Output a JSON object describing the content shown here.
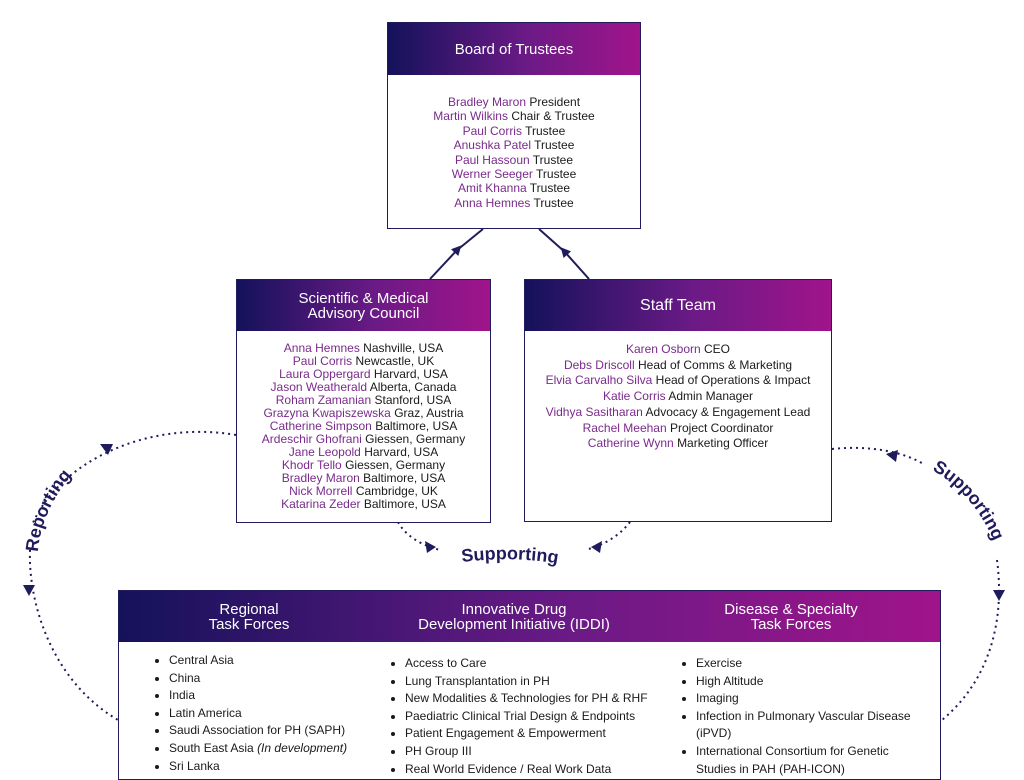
{
  "board": {
    "title": "Board of Trustees",
    "members": [
      {
        "name": "Bradley Maron",
        "role": "President"
      },
      {
        "name": "Martin Wilkins",
        "role": "Chair & Trustee"
      },
      {
        "name": "Paul Corris",
        "role": "Trustee"
      },
      {
        "name": "Anushka Patel",
        "role": "Trustee"
      },
      {
        "name": "Paul Hassoun",
        "role": "Trustee"
      },
      {
        "name": "Werner Seeger",
        "role": "Trustee"
      },
      {
        "name": "Amit Khanna",
        "role": "Trustee"
      },
      {
        "name": "Anna Hemnes",
        "role": "Trustee"
      }
    ]
  },
  "smac": {
    "title_line1": "Scientific & Medical",
    "title_line2": "Advisory Council",
    "members": [
      {
        "name": "Anna Hemnes",
        "location": "Nashville, USA"
      },
      {
        "name": "Paul Corris",
        "location": "Newcastle, UK"
      },
      {
        "name": "Laura Oppergard",
        "location": "Harvard, USA"
      },
      {
        "name": "Jason Weatherald",
        "location": "Alberta, Canada"
      },
      {
        "name": "Roham Zamanian",
        "location": "Stanford, USA"
      },
      {
        "name": "Grazyna Kwapiszewska",
        "location": "Graz, Austria"
      },
      {
        "name": "Catherine Simpson",
        "location": "Baltimore, USA"
      },
      {
        "name": "Ardeschir Ghofrani",
        "location": "Giessen, Germany"
      },
      {
        "name": "Jane Leopold",
        "location": "Harvard, USA"
      },
      {
        "name": "Khodr Tello",
        "location": "Giessen, Germany"
      },
      {
        "name": "Bradley Maron",
        "location": "Baltimore, USA"
      },
      {
        "name": "Nick Morrell",
        "location": "Cambridge, UK"
      },
      {
        "name": "Katarina Zeder",
        "location": "Baltimore, USA"
      }
    ]
  },
  "staff": {
    "title": "Staff Team",
    "members": [
      {
        "name": "Karen Osborn",
        "role": "CEO"
      },
      {
        "name": "Debs Driscoll",
        "role": "Head of Comms & Marketing"
      },
      {
        "name": "Elvia Carvalho Silva",
        "role": "Head of Operations & Impact"
      },
      {
        "name": "Katie Corris",
        "role": "Admin Manager"
      },
      {
        "name": "Vidhya Sasitharan",
        "role": "Advocacy & Engagement Lead"
      },
      {
        "name": "Rachel Meehan",
        "role": "Project Coordinator"
      },
      {
        "name": "Catherine Wynn",
        "role": "Marketing Officer"
      }
    ]
  },
  "labels": {
    "reporting": "Reporting",
    "supporting_middle": "Supporting",
    "supporting_right": "Supporting"
  },
  "taskforces": {
    "regional": {
      "title_line1": "Regional",
      "title_line2": "Task Forces",
      "items": [
        {
          "text": "Central Asia",
          "note": ""
        },
        {
          "text": "China",
          "note": ""
        },
        {
          "text": "India",
          "note": ""
        },
        {
          "text": "Latin America",
          "note": ""
        },
        {
          "text": "Saudi Association for PH (SAPH)",
          "note": ""
        },
        {
          "text": "South East Asia ",
          "note": "(In development)"
        },
        {
          "text": "Sri Lanka",
          "note": ""
        }
      ]
    },
    "iddi": {
      "title_line1": "Innovative Drug",
      "title_line2": "Development Initiative (IDDI)",
      "items": [
        {
          "text": "Access to Care"
        },
        {
          "text": "Lung Transplantation in PH"
        },
        {
          "text": "New Modalities & Technologies for PH & RHF"
        },
        {
          "text": "Paediatric Clinical Trial Design & Endpoints"
        },
        {
          "text": "Patient Engagement & Empowerment"
        },
        {
          "text": "PH Group III"
        },
        {
          "text": "Real World Evidence / Real Work Data"
        }
      ]
    },
    "disease": {
      "title_line1": "Disease & Specialty",
      "title_line2": "Task Forces",
      "items": [
        {
          "text": "Exercise"
        },
        {
          "text": "High Altitude"
        },
        {
          "text": "Imaging"
        },
        {
          "text": "Infection in Pulmonary Vascular Disease (iPVD)"
        },
        {
          "text": "International Consortium for Genetic Studies in PAH (PAH-ICON)"
        }
      ]
    }
  },
  "colors": {
    "navy": "#14125a",
    "magenta": "#a0148a",
    "name_purple": "#7a2a8c",
    "line": "#1f1b5c"
  }
}
